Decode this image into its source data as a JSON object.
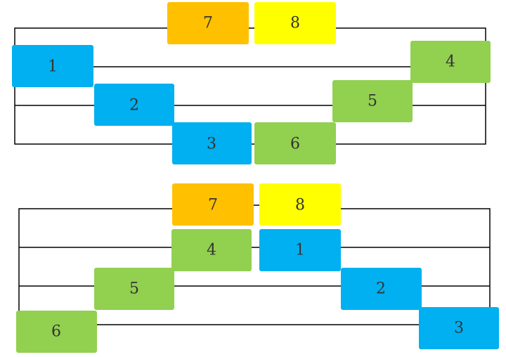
{
  "colors": {
    "blue": "#00b0f0",
    "green": "#92d050",
    "orange": "#ffc000",
    "yellow": "#ffff00"
  },
  "diagrams": [
    {
      "name": "top",
      "blocks": [
        {
          "label": "7",
          "color": "orange"
        },
        {
          "label": "8",
          "color": "yellow"
        },
        {
          "label": "1",
          "color": "blue"
        },
        {
          "label": "4",
          "color": "green"
        },
        {
          "label": "2",
          "color": "blue"
        },
        {
          "label": "5",
          "color": "green"
        },
        {
          "label": "3",
          "color": "blue"
        },
        {
          "label": "6",
          "color": "green"
        }
      ]
    },
    {
      "name": "bottom",
      "blocks": [
        {
          "label": "7",
          "color": "orange"
        },
        {
          "label": "8",
          "color": "yellow"
        },
        {
          "label": "4",
          "color": "green"
        },
        {
          "label": "1",
          "color": "blue"
        },
        {
          "label": "5",
          "color": "green"
        },
        {
          "label": "2",
          "color": "blue"
        },
        {
          "label": "6",
          "color": "green"
        },
        {
          "label": "3",
          "color": "blue"
        }
      ]
    }
  ]
}
